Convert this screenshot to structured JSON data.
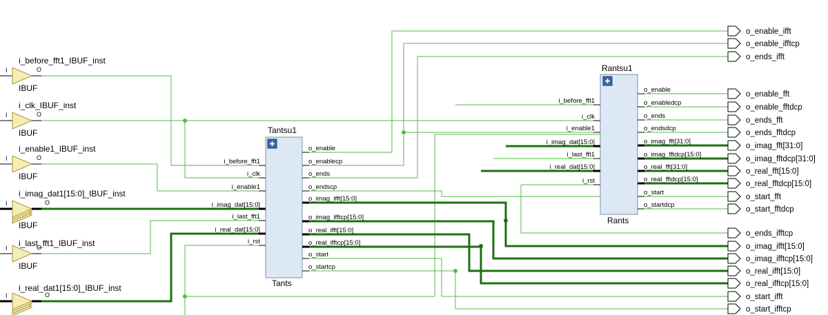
{
  "colors": {
    "wire": "#55b84a",
    "bus": "#1d6e12",
    "cell_fill": "#dde8f5",
    "buffer_fill": "#f7ecb4"
  },
  "buffers": [
    {
      "name": "i_before_fft1_IBUF_inst",
      "type": "IBUF",
      "in_pin": "I",
      "out_pin": "O"
    },
    {
      "name": "i_clk_IBUF_inst",
      "type": "IBUF",
      "in_pin": "I",
      "out_pin": "O"
    },
    {
      "name": "i_enable1_IBUF_inst",
      "type": "IBUF",
      "in_pin": "I",
      "out_pin": "O"
    },
    {
      "name": "i_imag_dat1[15:0]_IBUF_inst",
      "type": "IBUF",
      "in_pin": "I",
      "out_pin": "O"
    },
    {
      "name": "i_last_fft1_IBUF_inst",
      "type": "IBUF",
      "in_pin": "I",
      "out_pin": "O"
    },
    {
      "name": "i_real_dat1[15:0]_IBUF_inst",
      "type": "",
      "in_pin": "I",
      "out_pin": "O"
    }
  ],
  "tantsu": {
    "name": "Tantsu1",
    "type": "Tants",
    "inputs": [
      "i_before_fft1",
      "i_clk",
      "i_enable1",
      "i_imag_dat[15:0]",
      "i_last_fft1",
      "i_real_dat[15:0]",
      "i_rst"
    ],
    "outputs": [
      "o_enable",
      "o_enablecp",
      "o_ends",
      "o_endscp",
      "o_imag_ifft[15:0]",
      "o_imag_ifftcp[15:0]",
      "o_real_ifft[15:0]",
      "o_real_ifftcp[15:0]",
      "o_start",
      "o_startcp"
    ]
  },
  "rantsu": {
    "name": "Rantsu1",
    "type": "Rants",
    "inputs": [
      "i_before_fft1",
      "i_clk",
      "i_enable1",
      "i_imag_dat[15:0]",
      "i_last_fft1",
      "i_real_dat[15:0]",
      "i_rst"
    ],
    "outputs": [
      "o_enable",
      "o_enabledcp",
      "o_ends",
      "o_endsdcp",
      "o_imag_fft[31:0]",
      "o_imag_fftdcp[15:0]",
      "o_real_fft[31:0]",
      "o_real_fftdcp[15:0]",
      "o_start",
      "o_startdcp"
    ]
  },
  "output_ports": [
    "o_enable_ifft",
    "o_enable_ifftcp",
    "o_ends_ifft",
    "o_enable_fft",
    "o_enable_fftdcp",
    "o_ends_fft",
    "o_ends_fftdcp",
    "o_imag_fft[31:0]",
    "o_imag_fftdcp[31:0]",
    "o_real_fft[15:0]",
    "o_real_fftdcp[15:0]",
    "o_start_fft",
    "o_start_fftdcp",
    "o_ends_ifftcp",
    "o_imag_ifft[15:0]",
    "o_imag_ifftcp[15:0]",
    "o_real_ifft[15:0]",
    "o_real_ifftcp[15:0]",
    "o_start_ifft",
    "o_start_ifftcp"
  ]
}
